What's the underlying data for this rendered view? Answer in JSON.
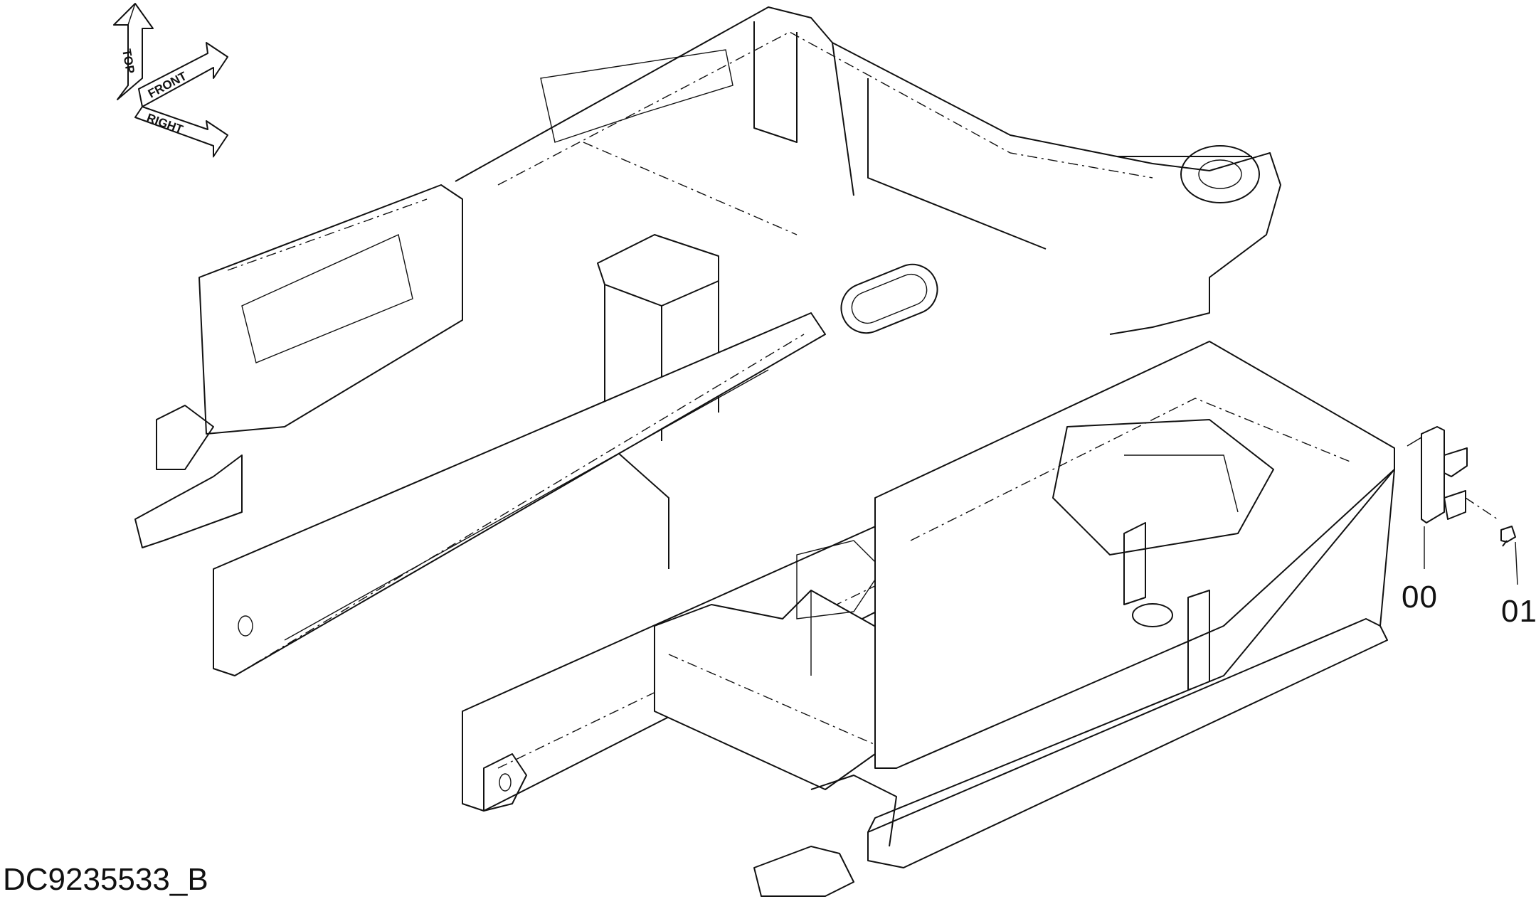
{
  "diagram": {
    "orientation_indicator": {
      "top_label": "TOP",
      "front_label": "FRONT",
      "right_label": "RIGHT"
    },
    "callouts": [
      {
        "id": "00"
      },
      {
        "id": "01"
      }
    ],
    "document_id": "DC9235533_B",
    "colors": {
      "line": "#111111",
      "background": "#ffffff"
    }
  }
}
